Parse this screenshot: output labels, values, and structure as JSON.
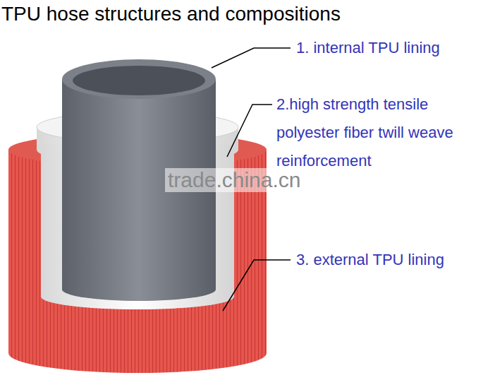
{
  "diagram": {
    "title": "TPU hose structures and compositions",
    "labels": [
      "1. internal TPU lining",
      "2.high strength tensile polyester fiber twill weave reinforcement",
      "3. external TPU lining",
      "trade.china.cn"
    ]
  }
}
